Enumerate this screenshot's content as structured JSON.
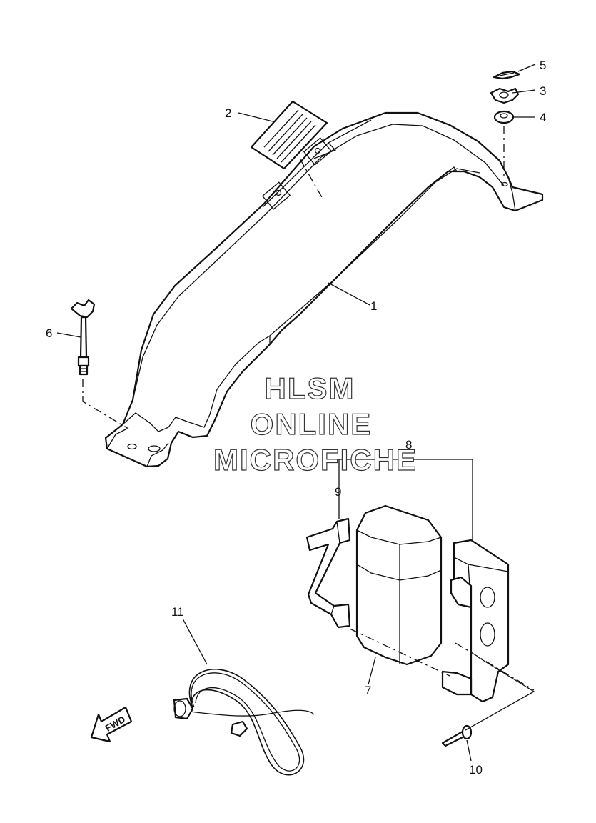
{
  "callouts": [
    "1",
    "2",
    "3",
    "4",
    "5",
    "6",
    "7",
    "8",
    "9",
    "10",
    "11"
  ],
  "watermark": {
    "line1": "HLSM",
    "line2": "ONLINE",
    "line3": "MICROFICHE"
  },
  "fwd_label": "FWD"
}
